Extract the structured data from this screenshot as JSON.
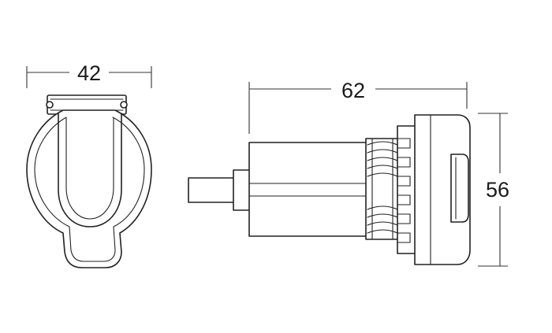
{
  "drawing": {
    "dimensions": {
      "front_width": "42",
      "side_length": "62",
      "side_height": "56"
    }
  }
}
